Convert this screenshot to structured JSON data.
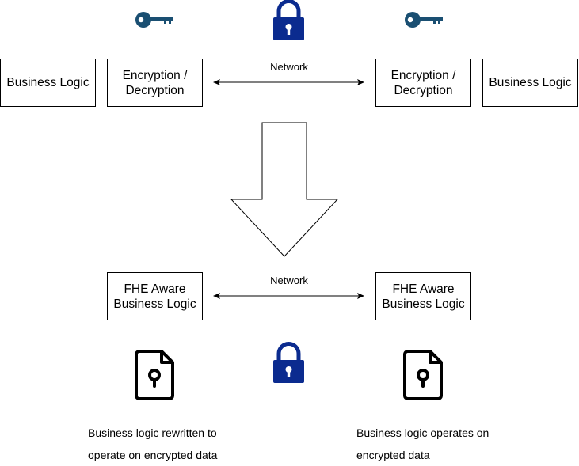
{
  "top": {
    "left_business_logic": "Business Logic",
    "left_encryption": "Encryption /\nDecryption",
    "network_label": "Network",
    "right_encryption": "Encryption /\nDecryption",
    "right_business_logic": "Business Logic"
  },
  "bottom": {
    "left_fhe": "FHE Aware\nBusiness Logic",
    "network_label": "Network",
    "right_fhe": "FHE Aware\nBusiness Logic",
    "left_caption_line1": "Business logic rewritten to",
    "left_caption_line2": "operate on encrypted data",
    "right_caption_line1": "Business logic operates on",
    "right_caption_line2": "encrypted data"
  },
  "icons": {
    "key": "key-icon",
    "lock": "lock-icon",
    "file": "secure-file-icon"
  },
  "colors": {
    "key": "#1a4f72",
    "lock": "#0b2b8f",
    "stroke": "#000000"
  }
}
